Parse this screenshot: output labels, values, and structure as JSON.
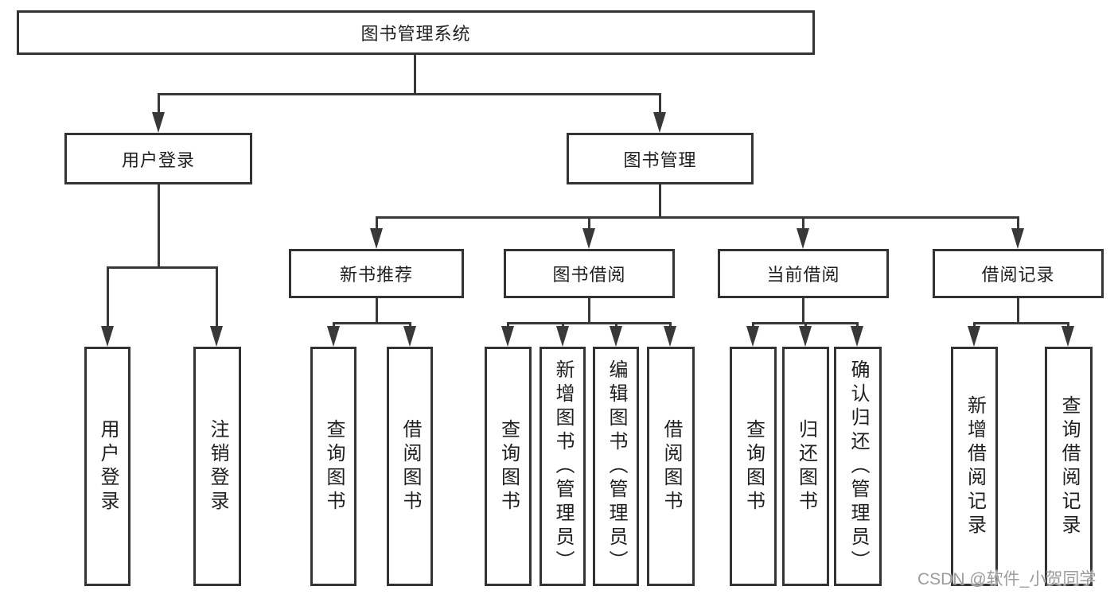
{
  "tree": {
    "label": "图书管理系统",
    "children": [
      {
        "label": "用户登录",
        "children": [
          {
            "label": "用户登录"
          },
          {
            "label": "注销登录"
          }
        ]
      },
      {
        "label": "图书管理",
        "children": [
          {
            "label": "新书推荐",
            "children": [
              {
                "label": "查询图书"
              },
              {
                "label": "借阅图书"
              }
            ]
          },
          {
            "label": "图书借阅",
            "children": [
              {
                "label": "查询图书"
              },
              {
                "label": "新增图书（管理员）"
              },
              {
                "label": "编辑图书（管理员）"
              },
              {
                "label": "借阅图书"
              }
            ]
          },
          {
            "label": "当前借阅",
            "children": [
              {
                "label": "查询图书"
              },
              {
                "label": "归还图书"
              },
              {
                "label": "确认归还（管理员）"
              }
            ]
          },
          {
            "label": "借阅记录",
            "children": [
              {
                "label": "新增借阅记录"
              },
              {
                "label": "查询借阅记录"
              }
            ]
          }
        ]
      }
    ]
  },
  "watermark": {
    "text": "CSDN @软件_小贺同学"
  },
  "colors": {
    "line": "#383838",
    "border": "#333333",
    "text": "#1f1f1f",
    "watermark": "#9c9c9c",
    "background": "#ffffff"
  }
}
